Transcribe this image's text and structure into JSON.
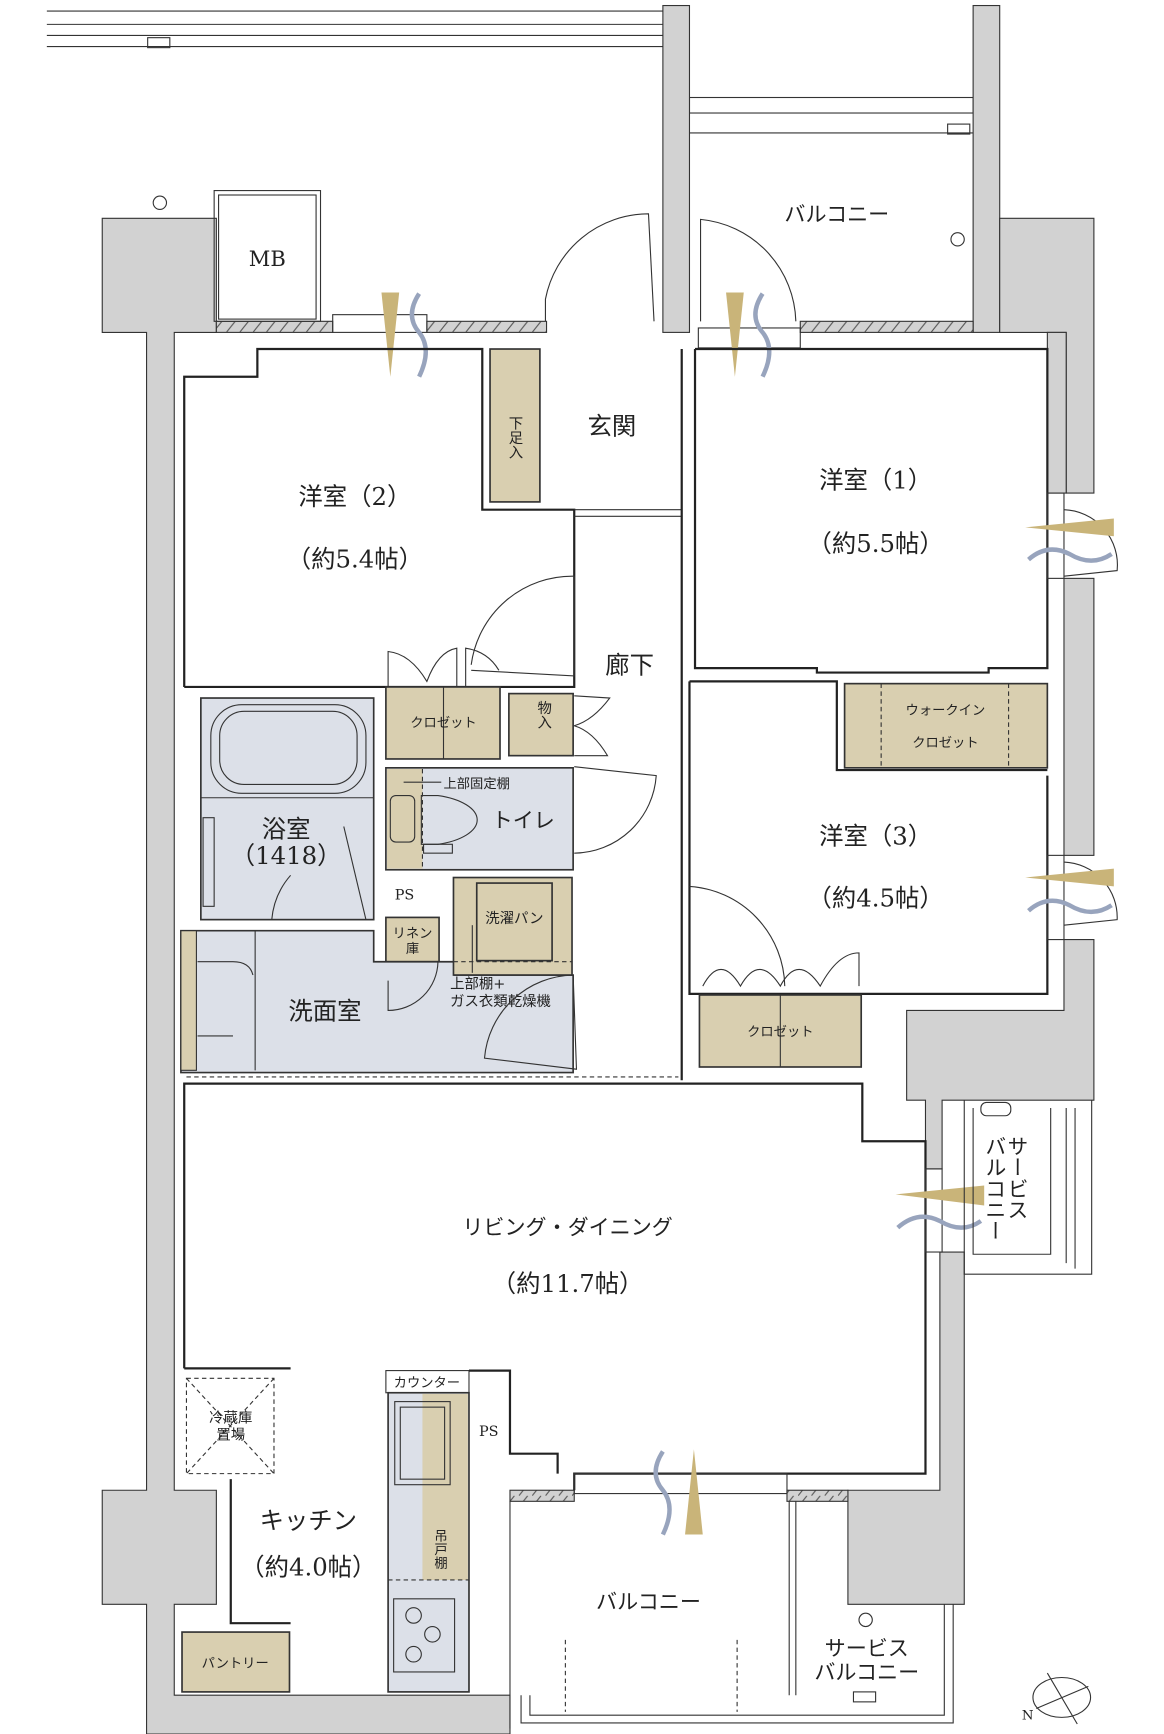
{
  "rooms": {
    "western2": {
      "name": "洋室（2）",
      "size": "（約5.4帖）"
    },
    "western1": {
      "name": "洋室（1）",
      "size": "（約5.5帖）"
    },
    "western3": {
      "name": "洋室（3）",
      "size": "（約4.5帖）"
    },
    "entrance": "玄関",
    "shoe_storage": "下足入",
    "hallway": "廊下",
    "mb": "MB",
    "closet_w2": "クロゼット",
    "storage": "物入",
    "walk_in_closet_1": "ウォークイン",
    "walk_in_closet_2": "クロゼット",
    "closet_w3": "クロゼット",
    "bathroom": {
      "name": "浴室",
      "size": "（1418）"
    },
    "toilet": "トイレ",
    "toilet_shelf": "上部固定棚",
    "ps1": "PS",
    "linen_1": "リネン",
    "linen_2": "庫",
    "laundry_pan": "洗濯パン",
    "dryer_1": "上部棚+",
    "dryer_2": "ガス衣類乾燥機",
    "washroom": "洗面室",
    "living": {
      "name": "リビング・ダイニング",
      "size": "（約11.7帖）"
    },
    "fridge_1": "冷蔵庫",
    "fridge_2": "置場",
    "counter": "カウンター",
    "ps2": "PS",
    "kitchen": {
      "name": "キッチン",
      "size": "（約4.0帖）"
    },
    "wall_cabinet": "吊戸棚",
    "pantry": "パントリー",
    "balcony_top": "バルコニー",
    "balcony_bottom": "バルコニー",
    "service_balcony_right_1": "サービス",
    "service_balcony_right_2": "バルコニー",
    "service_balcony_bottom_1": "サービス",
    "service_balcony_bottom_2": "バルコニー"
  },
  "compass": "N",
  "colors": {
    "wall": "#d2d2d2",
    "storage": "#d9cfb0",
    "wet": "#dce0e8",
    "window_arrow": "#c9b479",
    "wind": "#98a4bd"
  }
}
